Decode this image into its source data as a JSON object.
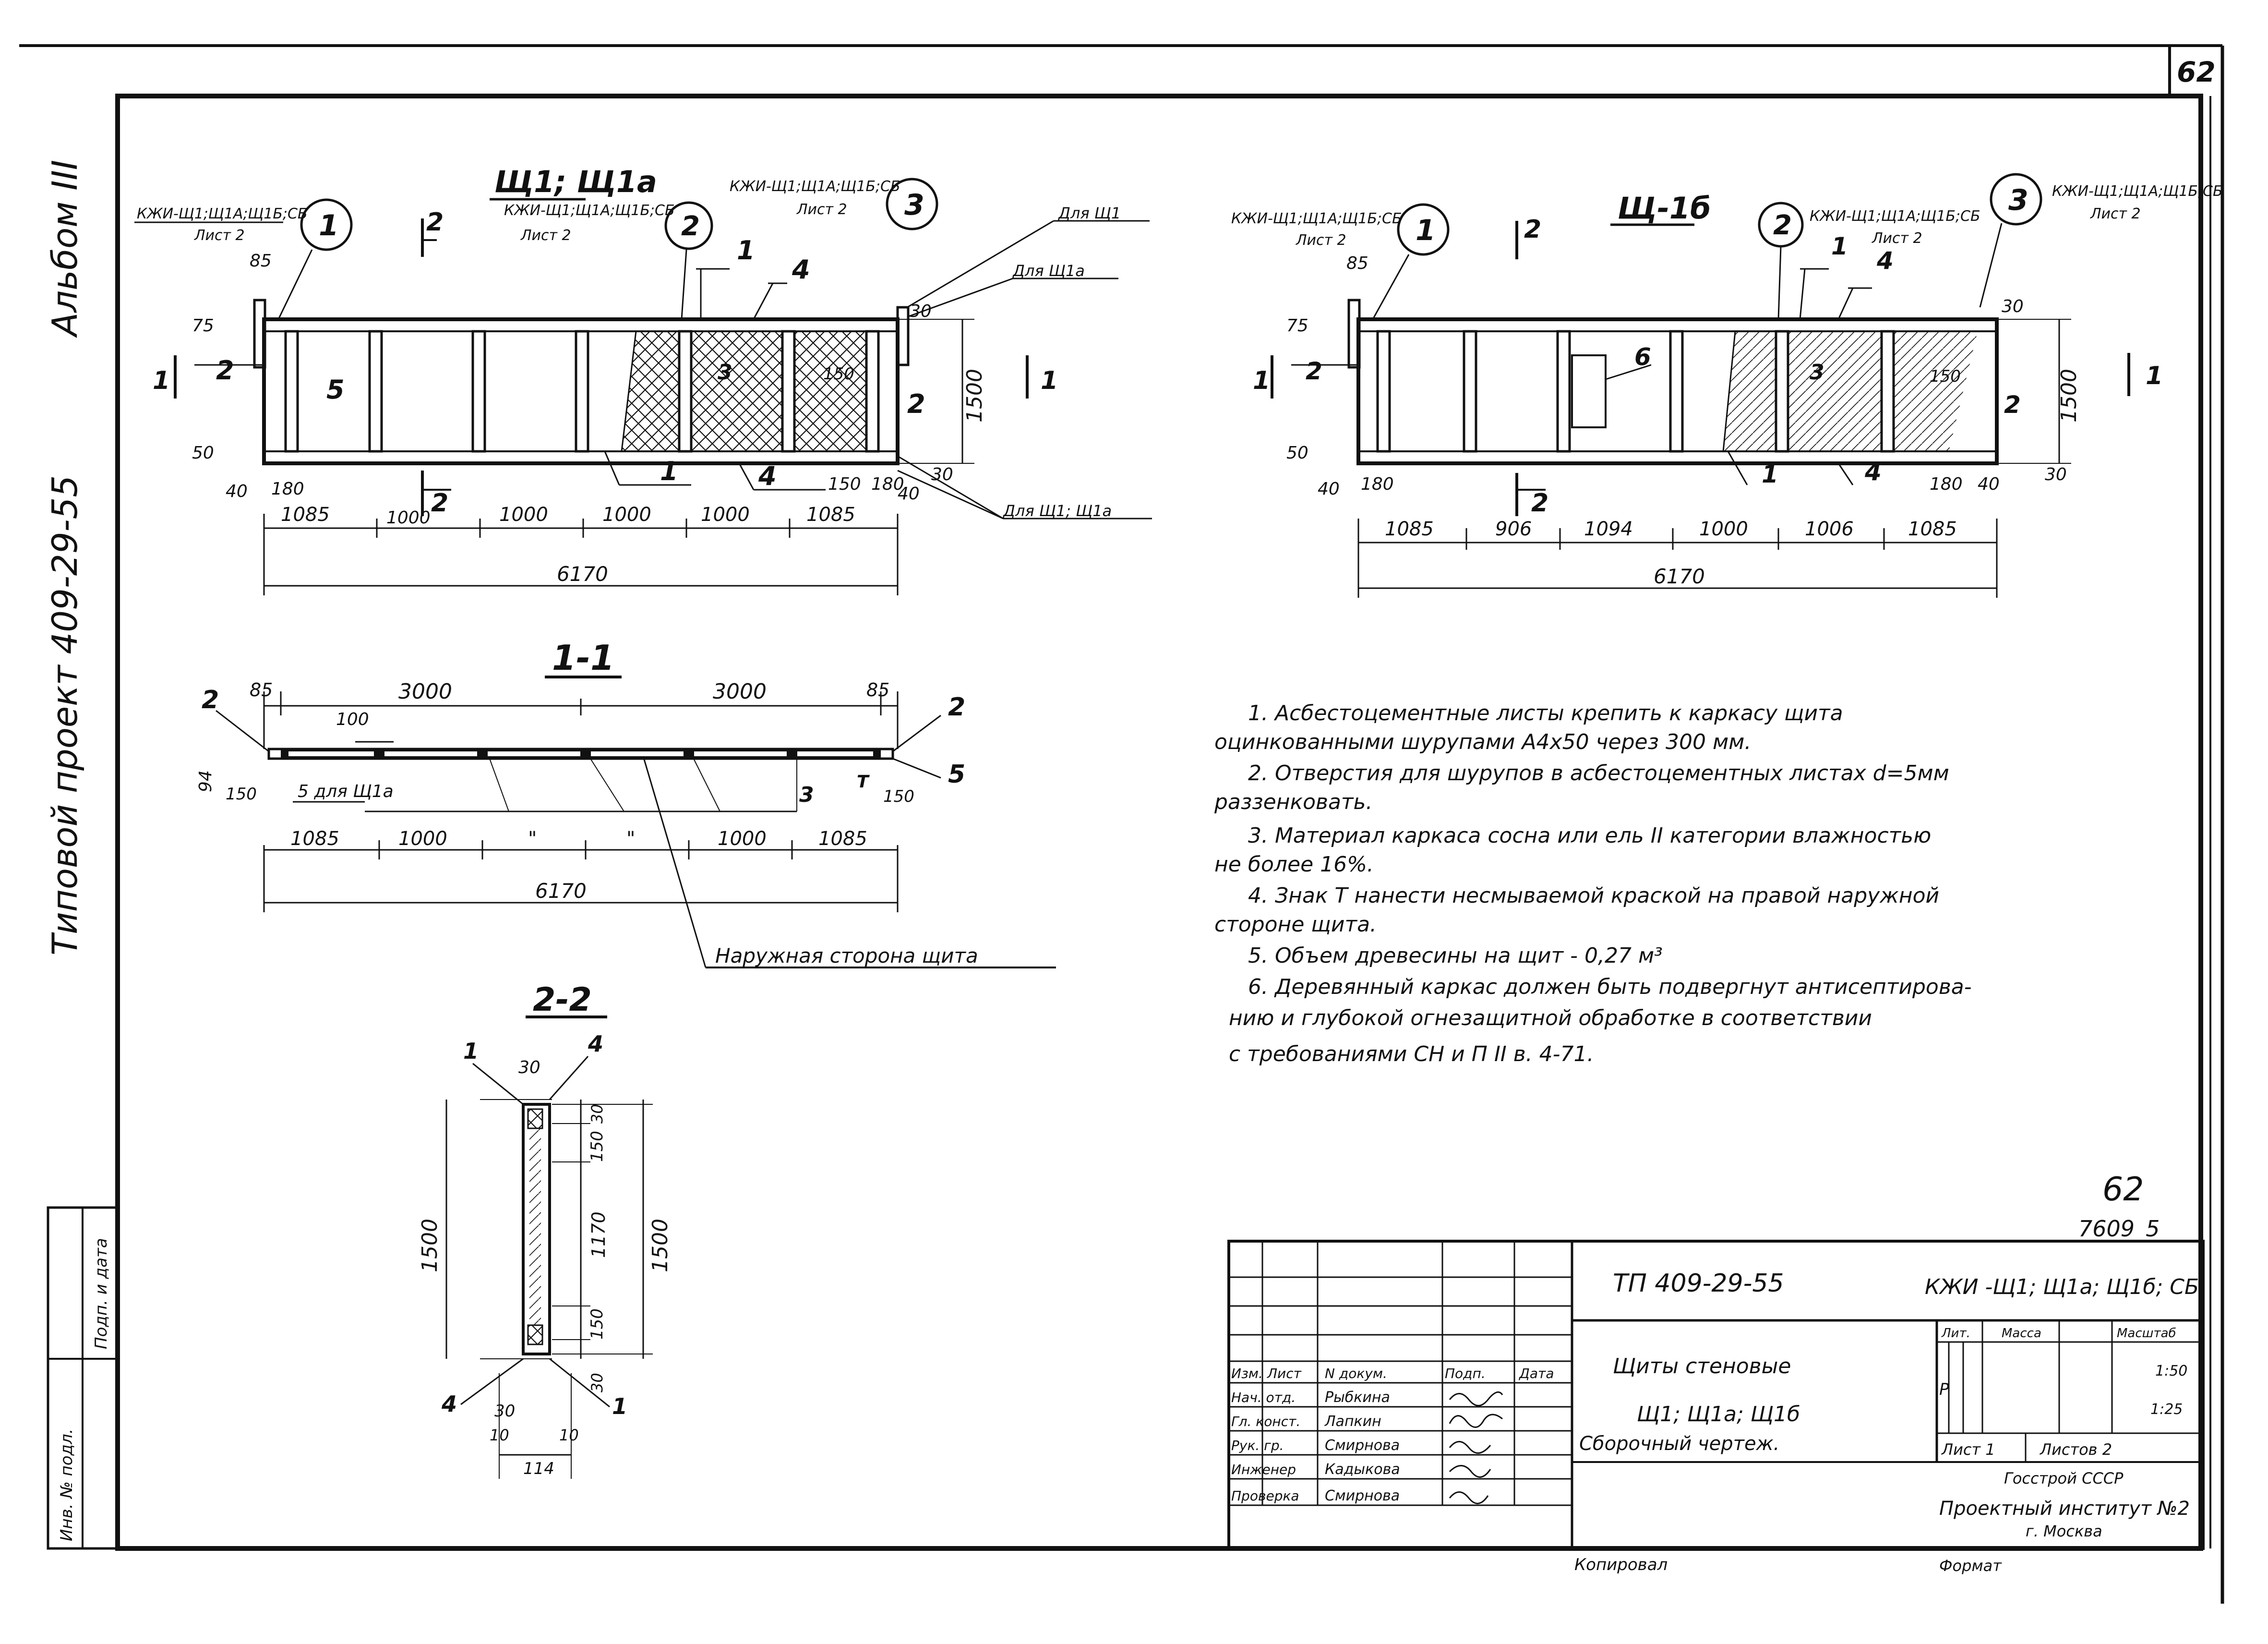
{
  "sheet_number": "62",
  "side": {
    "album": "Альбом III",
    "project": "Типовой проект 409-29-55",
    "inv_box": [
      "Инв. № подл.",
      "Подп. и дата"
    ]
  },
  "elev_left": {
    "title": "Щ1; Щ1а",
    "ref_top_left": [
      "КЖИ-Щ1;Щ1А;Щ1Б;СБ",
      "Лист 2"
    ],
    "ref_top_mid": [
      "КЖИ-Щ1;Щ1А;Щ1Б;СБ",
      "Лист 2"
    ],
    "ref_top_right": [
      "КЖИ-Щ1;Щ1А;Щ1Б;СБ",
      "Лист 2"
    ],
    "circles": [
      "1",
      "2",
      "3"
    ],
    "for_labels": [
      "Для Щ1",
      "Для Щ1а",
      "Для Щ1; Щ1а"
    ],
    "section_marks": [
      "2",
      "2",
      "1",
      "1"
    ],
    "pos": [
      "1",
      "4",
      "2",
      "5",
      "1",
      "4",
      "2",
      "3",
      "2"
    ],
    "dims_small": [
      "85",
      "75",
      "50",
      "40",
      "180",
      "150",
      "150",
      "180",
      "40",
      "30",
      "30",
      "1500"
    ],
    "dims_bottom": [
      "1085",
      "1000",
      "1000",
      "1000",
      "1000",
      "1085"
    ],
    "total": "6170"
  },
  "elev_right": {
    "title": "Щ-1б",
    "ref_top_left": [
      "КЖИ-Щ1;Щ1А;Щ1Б;СБ",
      "Лист 2"
    ],
    "ref_top_mid": [
      "КЖИ-Щ1;Щ1А;Щ1Б;СБ",
      "Лист 2"
    ],
    "ref_top_right": [
      "КЖИ-Щ1;Щ1А;Щ1Б;СБ",
      "Лист 2"
    ],
    "circles": [
      "1",
      "2",
      "3"
    ],
    "section_marks": [
      "2",
      "2",
      "1",
      "1"
    ],
    "pos": [
      "1",
      "4",
      "6",
      "2",
      "3",
      "2",
      "1",
      "4"
    ],
    "dims_small": [
      "85",
      "75",
      "50",
      "40",
      "180",
      "180",
      "40",
      "30",
      "30",
      "1500",
      "150"
    ],
    "dims_bottom": [
      "1085",
      "906",
      "1094",
      "1000",
      "1006",
      "1085"
    ],
    "total": "6170"
  },
  "section_1_1": {
    "title": "1-1",
    "dims_top": [
      "85",
      "3000",
      "3000",
      "85"
    ],
    "dims_mid": [
      "100",
      "94",
      "150",
      "150"
    ],
    "dims_bottom": [
      "1085",
      "1000",
      "\"",
      "\"",
      "1000",
      "1085"
    ],
    "total": "6170",
    "pos": [
      "2",
      "2",
      "5",
      "3",
      "T"
    ],
    "note_5": "5 для Щ1а",
    "outer_side": "Наружная сторона щита"
  },
  "section_2_2": {
    "title": "2-2",
    "dims": [
      "30",
      "30",
      "150",
      "1170",
      "150",
      "30",
      "30",
      "10",
      "10",
      "114",
      "1500",
      "1500"
    ],
    "pos": [
      "1",
      "4",
      "4",
      "1"
    ]
  },
  "notes": [
    "1. Асбестоцементные листы крепить к каркасу щита",
    "оцинкованными шурупами А4х50 через 300 мм.",
    "2. Отверстия для шурупов в асбестоцементных листах d=5мм",
    "раззенковать.",
    "3. Материал каркаса сосна или ель II категории влажностью",
    "не более 16%.",
    "4. Знак Т нанести несмываемой краской на правой наружной",
    "стороне щита.",
    "5. Объем древесины на щит - 0,27 м³",
    "6. Деревянный каркас должен быть подвергнут антисептирова-",
    "нию и глубокой огнезащитной обработке в соответствии",
    "с требованиями СН и П II в. 4-71."
  ],
  "stamp_right_top": [
    "62",
    "7609_5"
  ],
  "title_block": {
    "code": "ТП 409-29-55",
    "doc": "КЖИ -Щ1; Щ1а; Щ1б; СБ",
    "name_lines": [
      "Щиты стеновые",
      "Щ1; Щ1а; Щ1б",
      "Сборочный чертеж."
    ],
    "head": [
      "Изм.",
      "Лист",
      "N докум.",
      "Подп.",
      "Дата"
    ],
    "staff": [
      {
        "role": "Нач. отд.",
        "name": "Рыбкина"
      },
      {
        "role": "Гл. конст.",
        "name": "Лапкин"
      },
      {
        "role": "Рук. гр.",
        "name": "Смирнова"
      },
      {
        "role": "Инженер",
        "name": "Кадыкова"
      },
      {
        "role": "Проверка",
        "name": "Смирнова"
      }
    ],
    "lit_head": [
      "Лит.",
      "Масса",
      "Масштаб"
    ],
    "lit": "Р",
    "scales": [
      "1:50",
      "1:25"
    ],
    "sheet": "Лист 1",
    "sheets": "Листов 2",
    "org": [
      "Госстрой СССР",
      "Проектный институт №2",
      "г. Москва"
    ]
  },
  "footer": {
    "copied": "Копировал",
    "format": "Формат"
  }
}
